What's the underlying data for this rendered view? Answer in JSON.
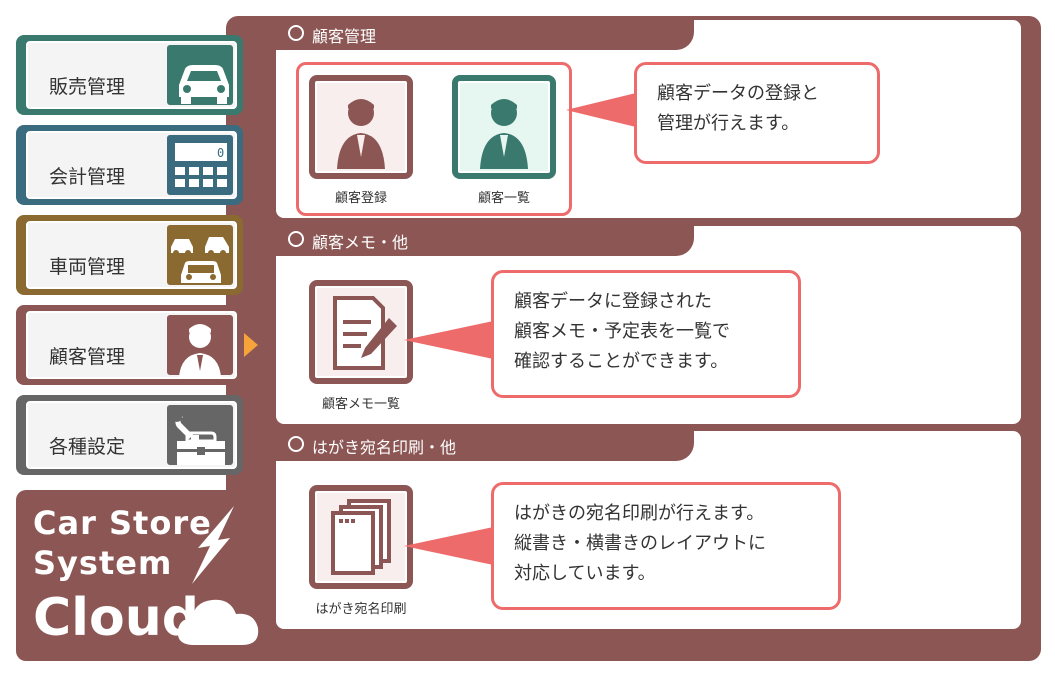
{
  "sidebar": {
    "items": [
      {
        "label": "販売管理",
        "icon": "car-front-icon",
        "color": "#3a7a6e"
      },
      {
        "label": "会計管理",
        "icon": "calculator-icon",
        "color": "#3a6b7e"
      },
      {
        "label": "車両管理",
        "icon": "vehicles-icon",
        "color": "#8a6a30"
      },
      {
        "label": "顧客管理",
        "icon": "customer-icon",
        "color": "#8b5654",
        "active": true
      },
      {
        "label": "各種設定",
        "icon": "toolbox-icon",
        "color": "#666666"
      }
    ]
  },
  "logo": {
    "line1": "Car Store",
    "line2": "System",
    "line3": "Cloud"
  },
  "sections": [
    {
      "title": "顧客管理",
      "apps": [
        {
          "label": "顧客登録",
          "icon": "customer-register-icon"
        },
        {
          "label": "顧客一覧",
          "icon": "customer-list-icon"
        }
      ],
      "description": [
        "顧客データの登録と",
        "管理が行えます。"
      ]
    },
    {
      "title": "顧客メモ・他",
      "apps": [
        {
          "label": "顧客メモ一覧",
          "icon": "memo-pen-icon"
        }
      ],
      "description": [
        "顧客データに登録された",
        "顧客メモ・予定表を一覧で",
        "確認することができます。"
      ]
    },
    {
      "title": "はがき宛名印刷・他",
      "apps": [
        {
          "label": "はがき宛名印刷",
          "icon": "postcard-icon"
        }
      ],
      "description": [
        "はがきの宛名印刷が行えます。",
        "縦書き・横書きのレイアウトに",
        "対応しています。"
      ]
    }
  ],
  "colors": {
    "accent": "#8b5654",
    "highlight": "#ee6b6b",
    "active_arrow": "#f5a33a"
  }
}
